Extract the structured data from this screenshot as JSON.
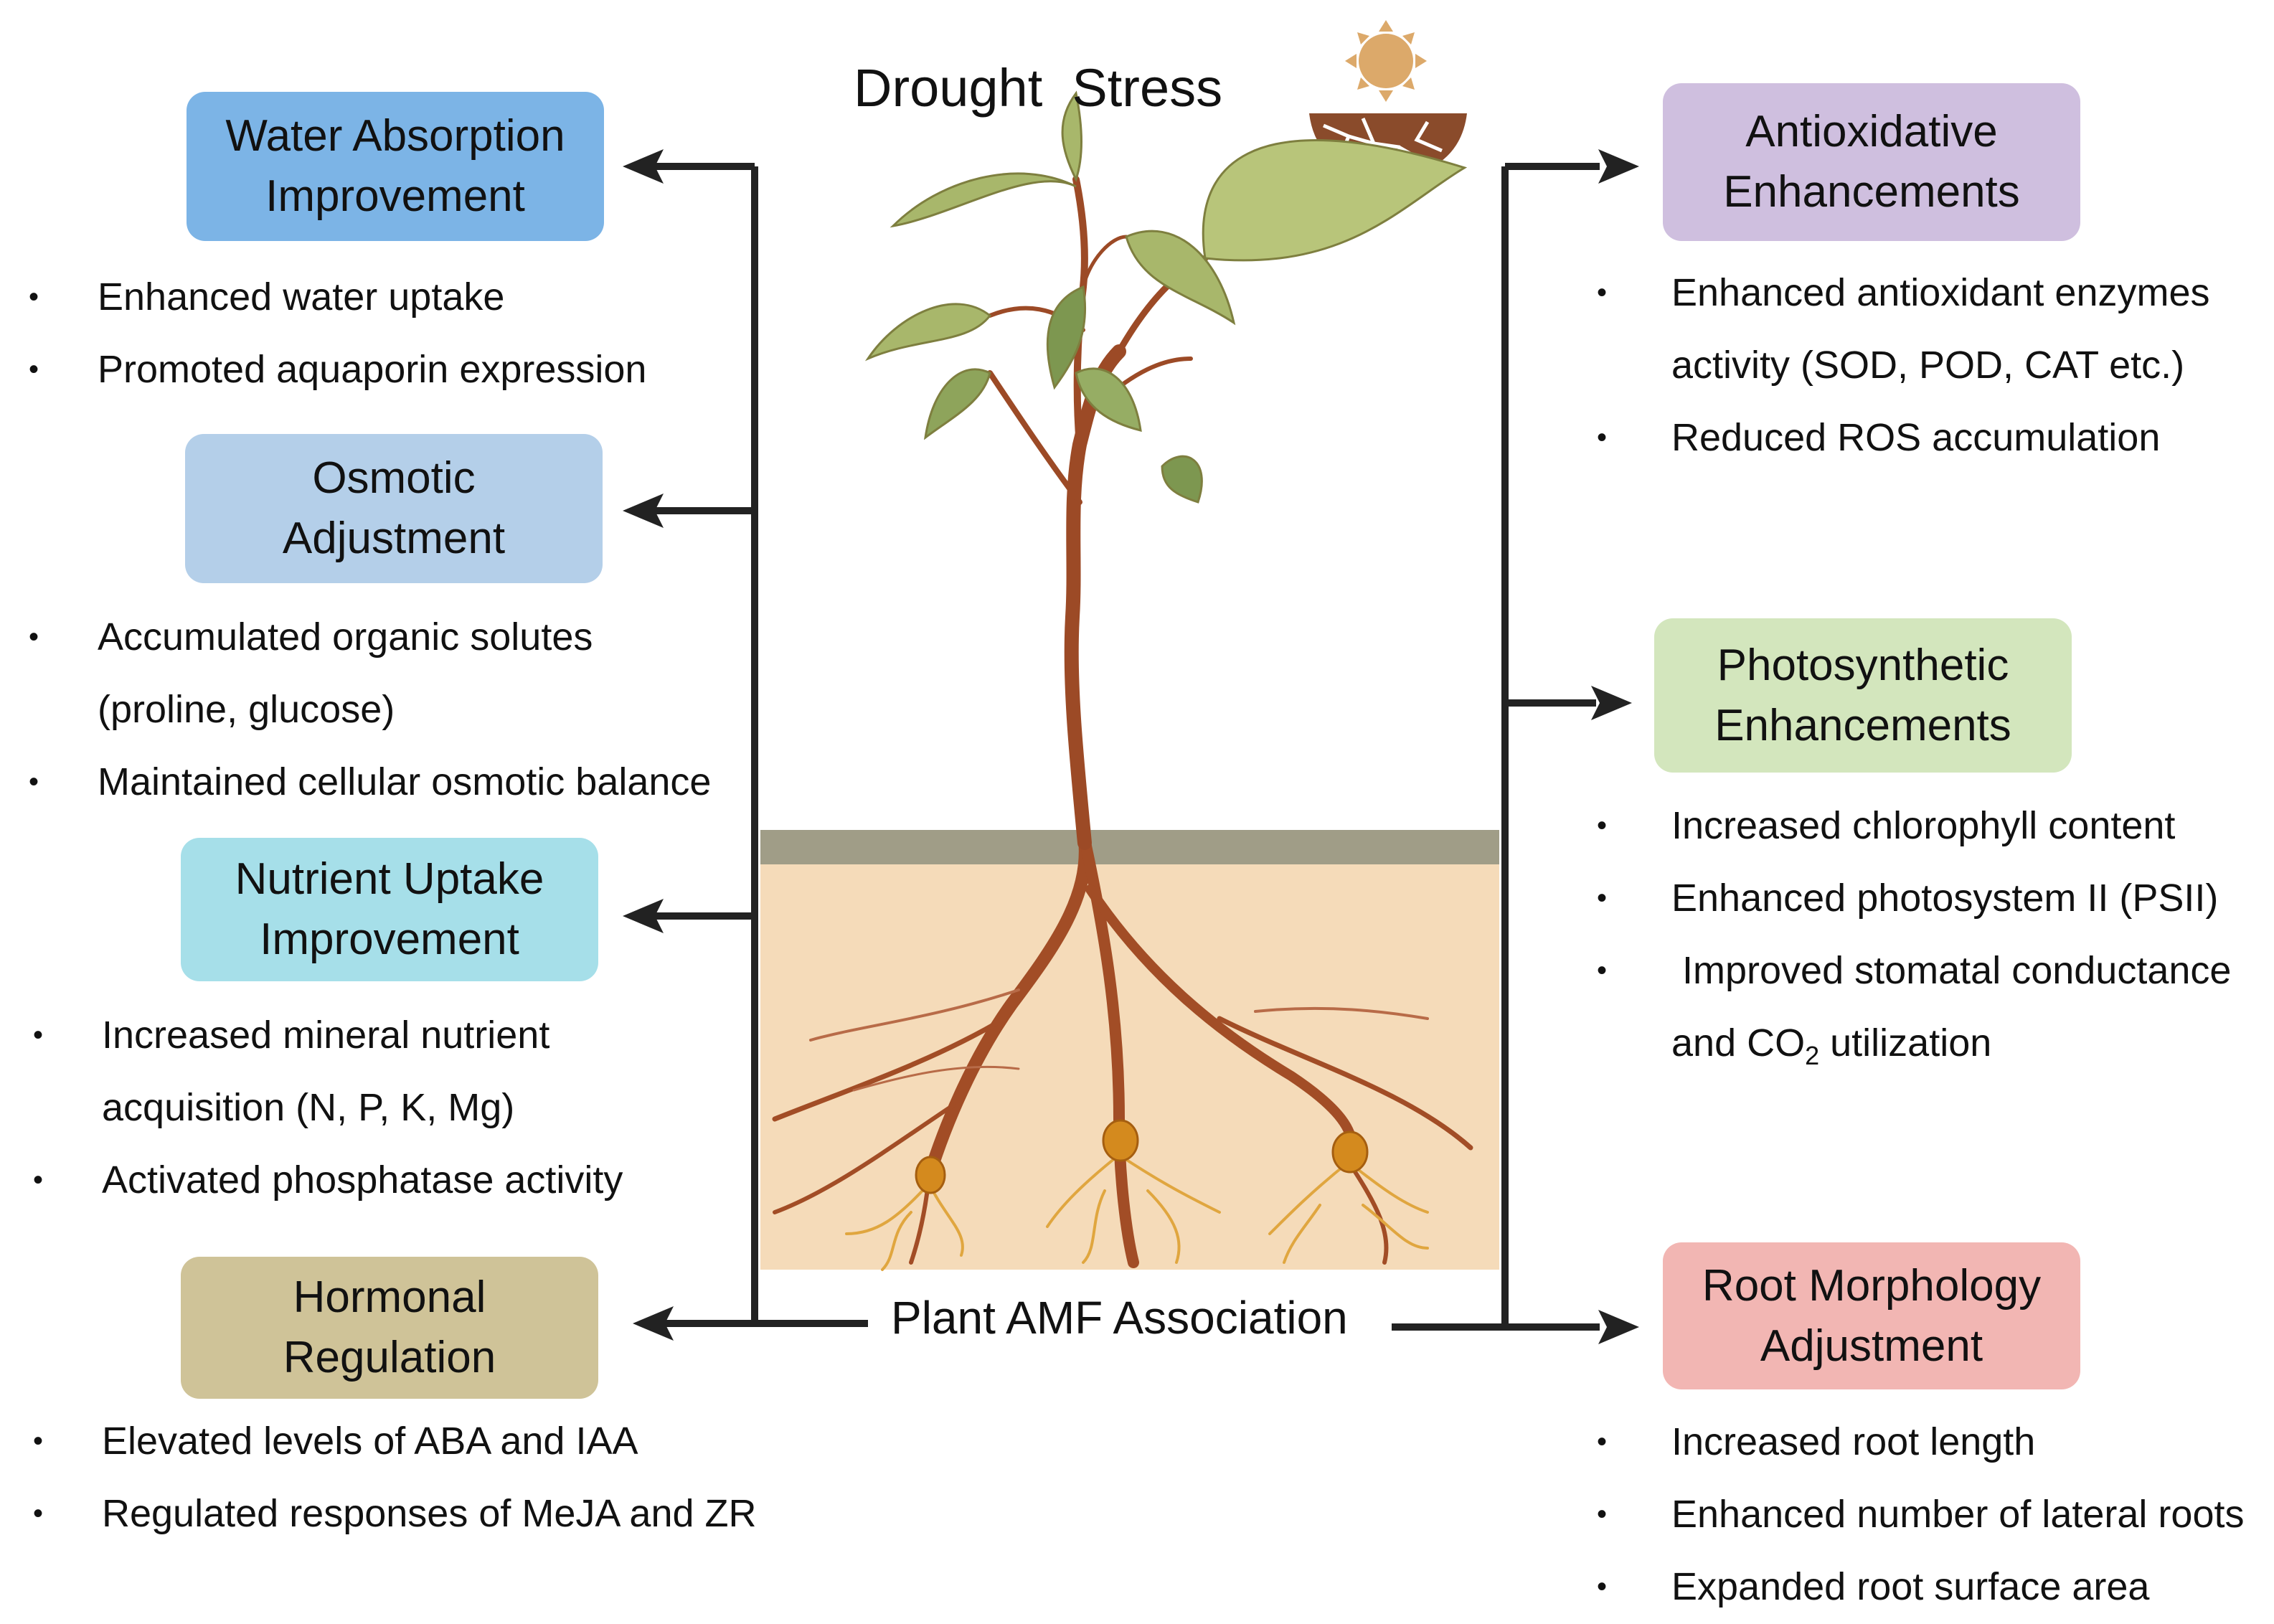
{
  "title": "Drought  Stress",
  "center_label": "Plant AMF Association",
  "colors": {
    "water": "#7cb4e6",
    "osmotic": "#b4cfe9",
    "nutrient": "#a6dfe9",
    "hormonal": "#cfc398",
    "antioxidative": "#cfbfdf",
    "photosynthetic": "#d3e6bd",
    "root": "#f2b6b3",
    "soil": "#f5dbb9",
    "soil_top": "#a09d87",
    "stem": "#9c4a26",
    "leaf": "#a6b56a",
    "fungus": "#d9a23a"
  },
  "left": [
    {
      "heading": [
        "Water Absorption",
        "Improvement"
      ],
      "items": [
        "Enhanced water uptake",
        "Promoted aquaporin expression"
      ]
    },
    {
      "heading": [
        "Osmotic",
        "Adjustment"
      ],
      "items": [
        "Accumulated organic solutes",
        "(proline, glucose)",
        "Maintained cellular osmotic balance"
      ]
    },
    {
      "heading": [
        "Nutrient Uptake",
        "Improvement"
      ],
      "items": [
        "Increased mineral nutrient",
        "acquisition (N, P, K, Mg)",
        "Activated phosphatase activity"
      ]
    },
    {
      "heading": [
        "Hormonal",
        "Regulation"
      ],
      "items": [
        "Elevated levels of ABA and IAA",
        "Regulated responses of MeJA and ZR"
      ]
    }
  ],
  "right": [
    {
      "heading": [
        "Antioxidative",
        "Enhancements"
      ],
      "items": [
        "Enhanced antioxidant enzymes",
        "activity (SOD, POD, CAT etc.)",
        "Reduced ROS  accumulation"
      ]
    },
    {
      "heading": [
        "Photosynthetic",
        "Enhancements"
      ],
      "items": [
        "Increased chlorophyll content",
        "Enhanced photosystem II (PSII)",
        " Improved stomatal conductance",
        "and CO",
        "2",
        " utilization"
      ]
    },
    {
      "heading": [
        "Root Morphology",
        "Adjustment"
      ],
      "items": [
        "Increased root length",
        "Enhanced number of lateral roots",
        "Expanded root surface area"
      ]
    }
  ]
}
